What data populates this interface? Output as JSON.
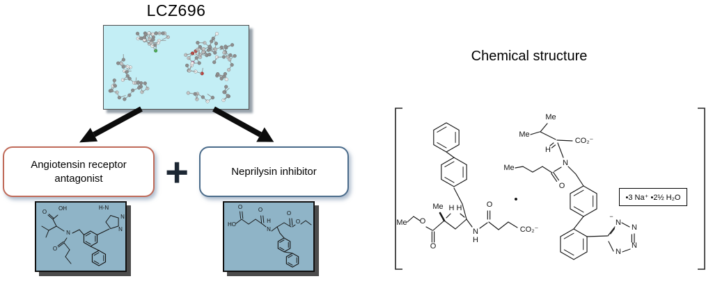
{
  "header": {
    "title": "LCZ696",
    "right_title": "Chemical structure"
  },
  "arb_box": {
    "line1": "Angiotensin receptor",
    "line2": "antagonist"
  },
  "plus_sign": "+",
  "nep_box": {
    "label": "Neprilysin inhibitor"
  },
  "salt_box": {
    "text": "•3 Na⁺ •2½ H₂O"
  },
  "main_structure": {
    "labels": [
      "Me",
      "O",
      "O",
      "Me",
      "H H",
      "N",
      "H",
      "O",
      "CO₂⁻",
      "•",
      "Me",
      "Me",
      "H",
      "CO₂⁻",
      "N",
      "O",
      "Me",
      "N",
      "N",
      "N",
      "N",
      "−"
    ]
  },
  "valsartan_mini": {
    "labels": [
      "O",
      "OH",
      "N",
      "O",
      "H-N",
      "N",
      "N"
    ]
  },
  "sacubitril_mini": {
    "labels": [
      "HO",
      "O",
      "O",
      "H",
      "N",
      "O",
      "O"
    ]
  },
  "colors": {
    "cyan_panel": "#c3eef5",
    "mini_panel": "#8fb4c7",
    "arb_border": "#c06a58",
    "nep_border": "#4a6b8a",
    "plus": "#1c2733"
  }
}
